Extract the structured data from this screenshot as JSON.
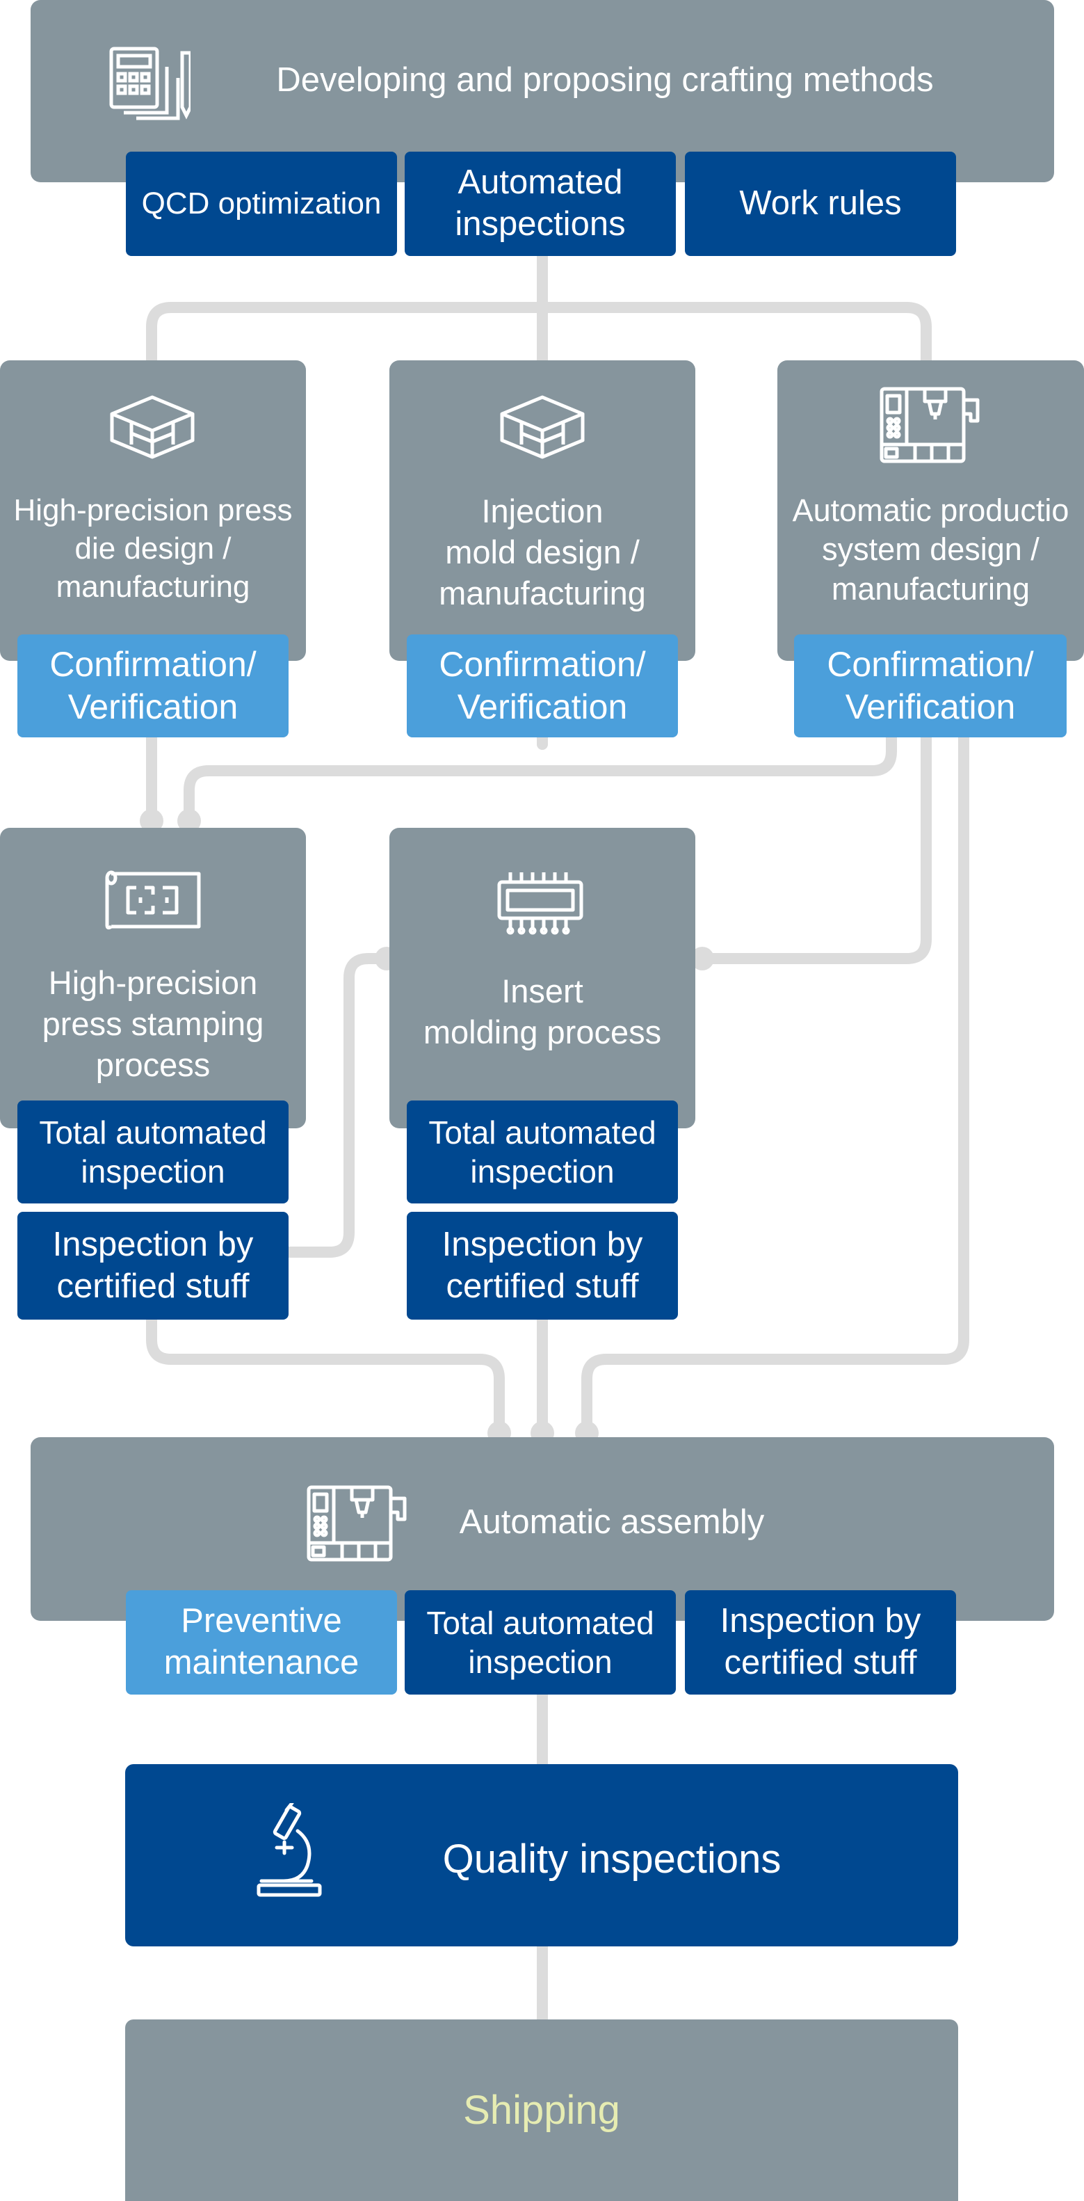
{
  "colors": {
    "panel": "#86959d",
    "dark_blue": "#004890",
    "light_blue": "#4b9fdb",
    "connector": "#dcdcdc",
    "shipping_text": "#e6ecb2"
  },
  "top": {
    "title": "Developing and proposing crafting methods",
    "icon": "calculator-pencil-icon",
    "tags": [
      "QCD optimization",
      "Automated\ninspections",
      "Work rules"
    ]
  },
  "design": [
    {
      "title": "High-precision press\ndie  design /\nmanufacturing",
      "icon": "cube-mold-icon",
      "tag": "Confirmation/\nVerification"
    },
    {
      "title": "Injection\nmold design /\nmanufacturing",
      "icon": "cube-mold-icon",
      "tag": "Confirmation/\nVerification"
    },
    {
      "title": "Automatic productio\nsystem design /\nmanufacturing",
      "icon": "machine-icon",
      "tag": "Confirmation/\nVerification"
    }
  ],
  "process": [
    {
      "title": "High-precision\npress stamping\nprocess",
      "icon": "blueprint-icon",
      "tags": [
        "Total automated\ninspection",
        "Inspection by\ncertified stuff"
      ]
    },
    {
      "title": "Insert\nmolding process",
      "icon": "chip-icon",
      "tags": [
        "Total automated\ninspection",
        "Inspection by\ncertified stuff"
      ]
    }
  ],
  "assembly": {
    "title": "Automatic assembly",
    "icon": "machine-icon",
    "tags": [
      "Preventive\nmaintenance",
      "Total automated\ninspection",
      "Inspection by\ncertified stuff"
    ]
  },
  "quality": {
    "title": "Quality inspections",
    "icon": "microscope-icon"
  },
  "shipping": {
    "title": "Shipping"
  }
}
